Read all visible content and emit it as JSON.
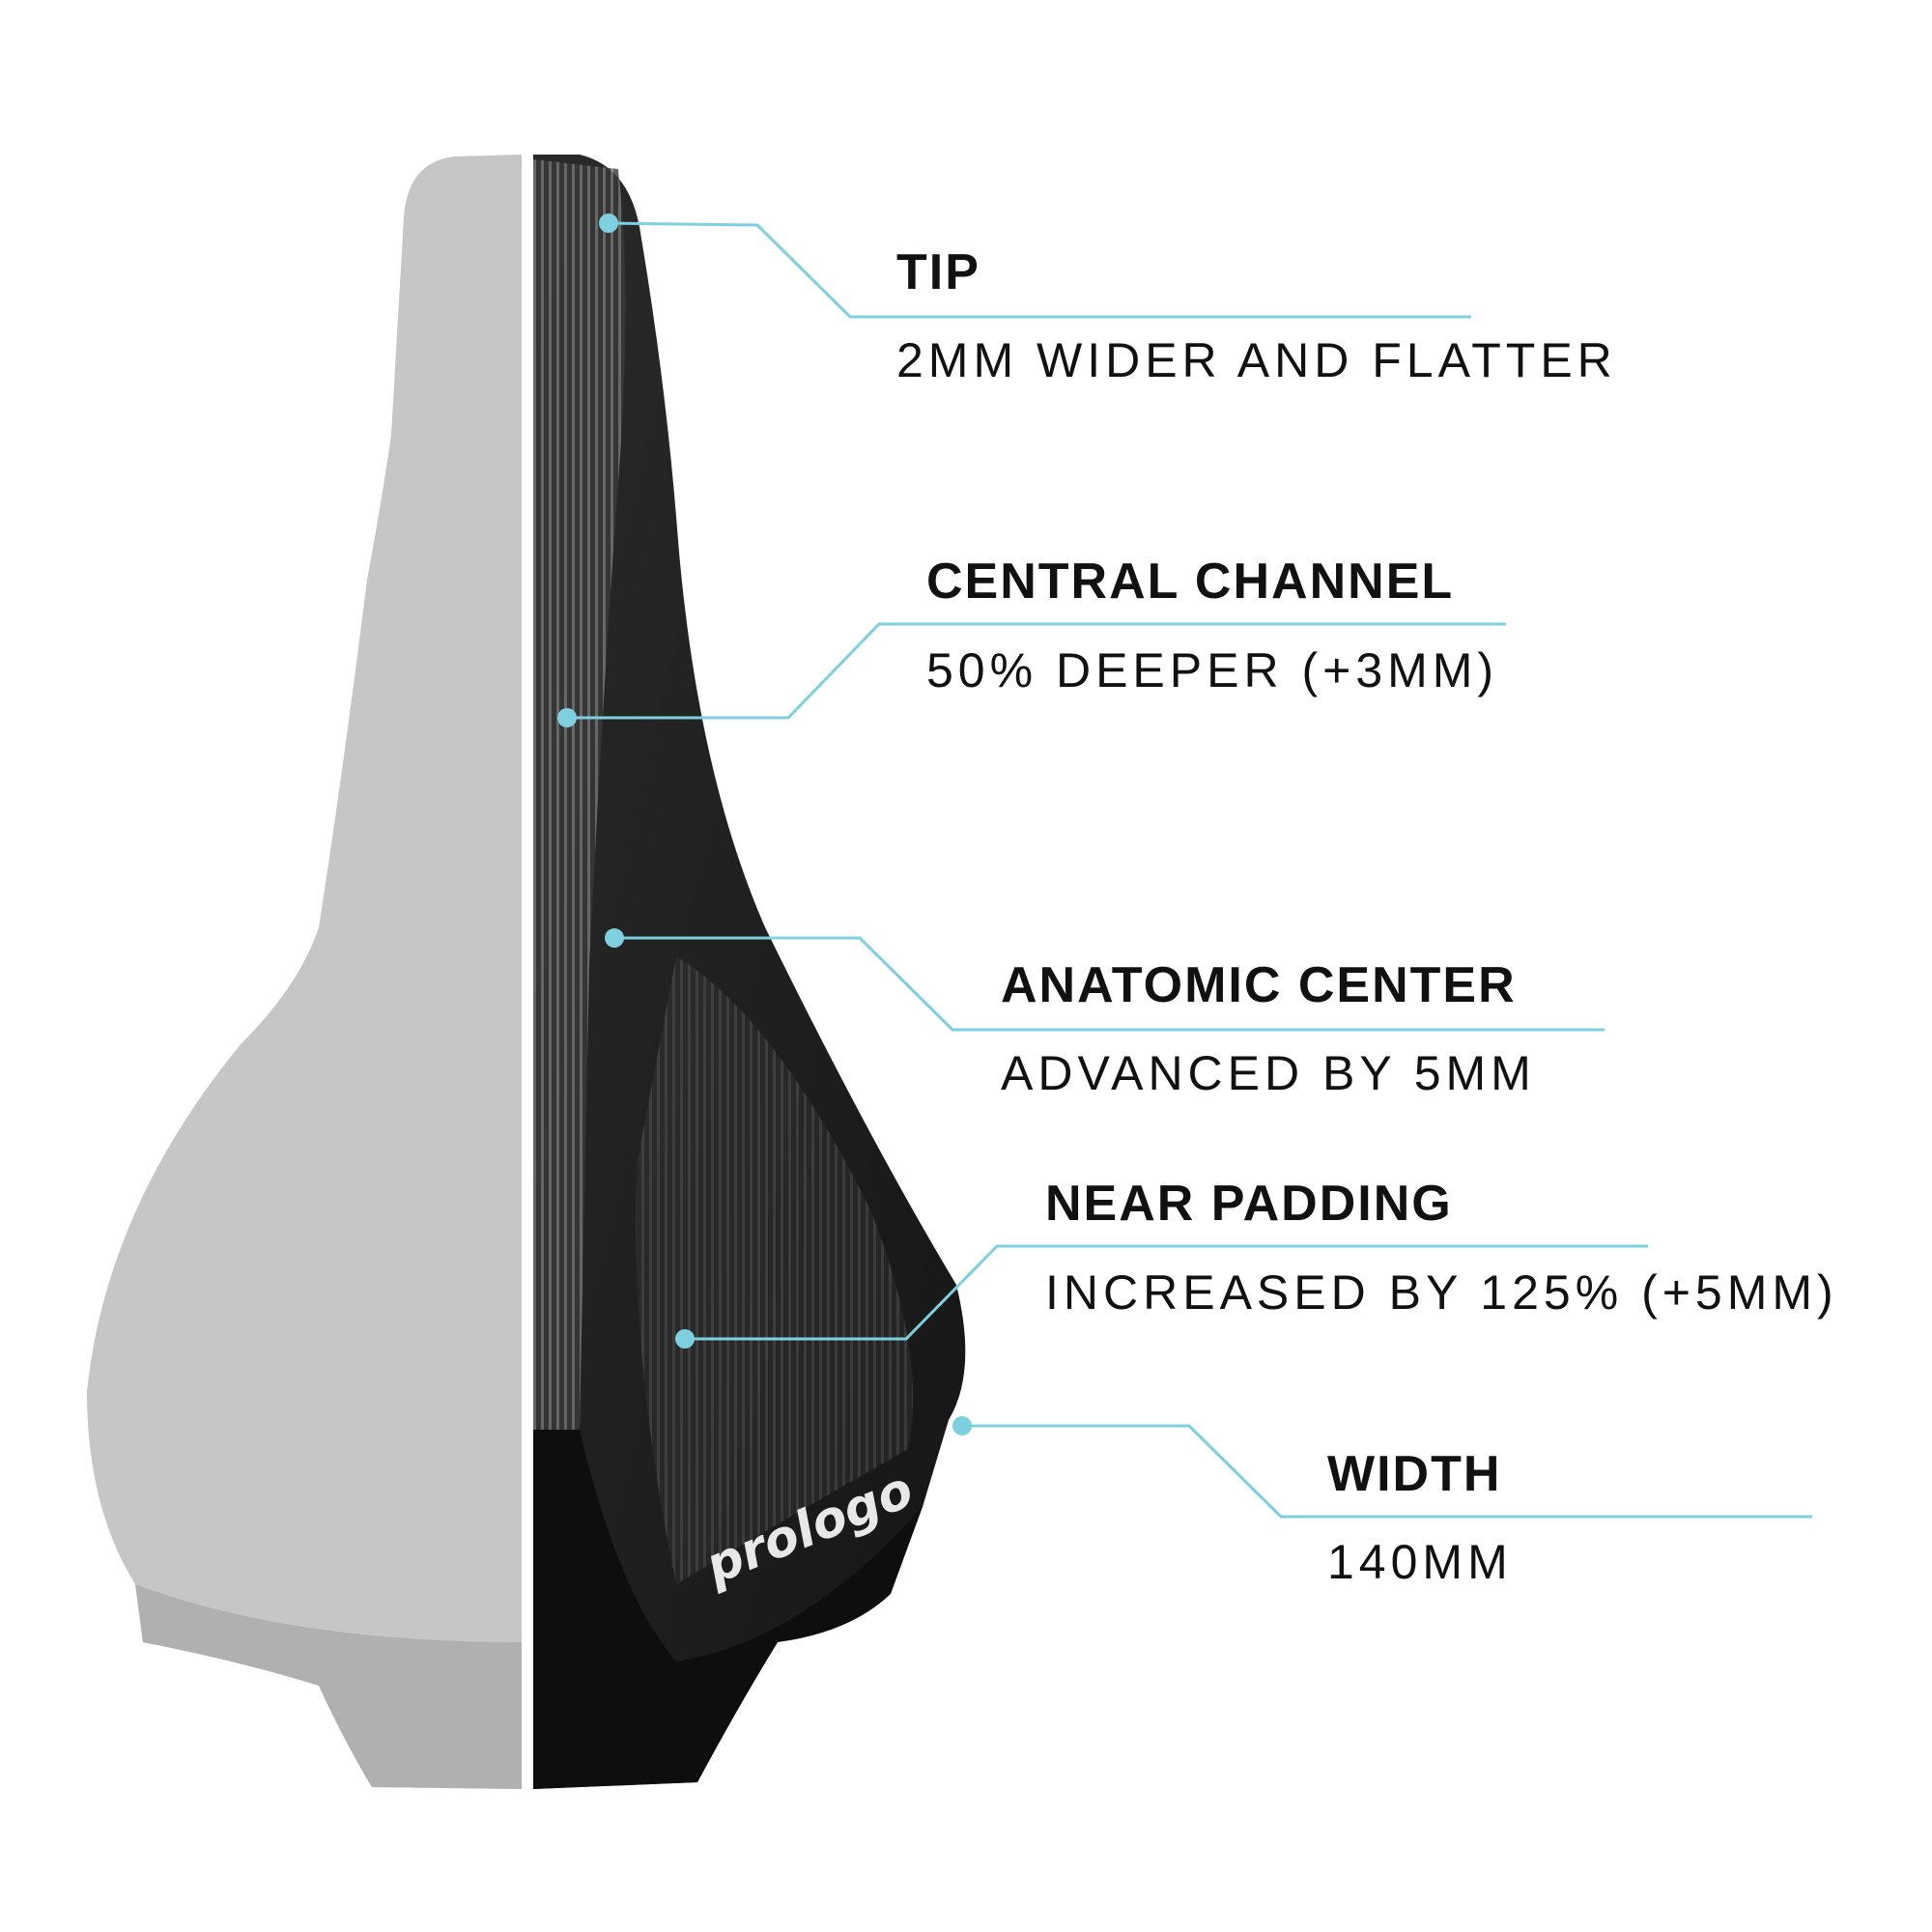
{
  "brand_logo": "prologo",
  "accent_color": "#7ecfdf",
  "callouts": [
    {
      "title": "TIP",
      "detail": "2MM WIDER AND FLATTER"
    },
    {
      "title": "CENTRAL CHANNEL",
      "detail": "50% DEEPER (+3MM)"
    },
    {
      "title": "ANATOMIC CENTER",
      "detail": "ADVANCED BY 5MM"
    },
    {
      "title": "NEAR PADDING",
      "detail": "INCREASED BY 125% (+5MM)"
    },
    {
      "title": "WIDTH",
      "detail": "140MM"
    }
  ]
}
